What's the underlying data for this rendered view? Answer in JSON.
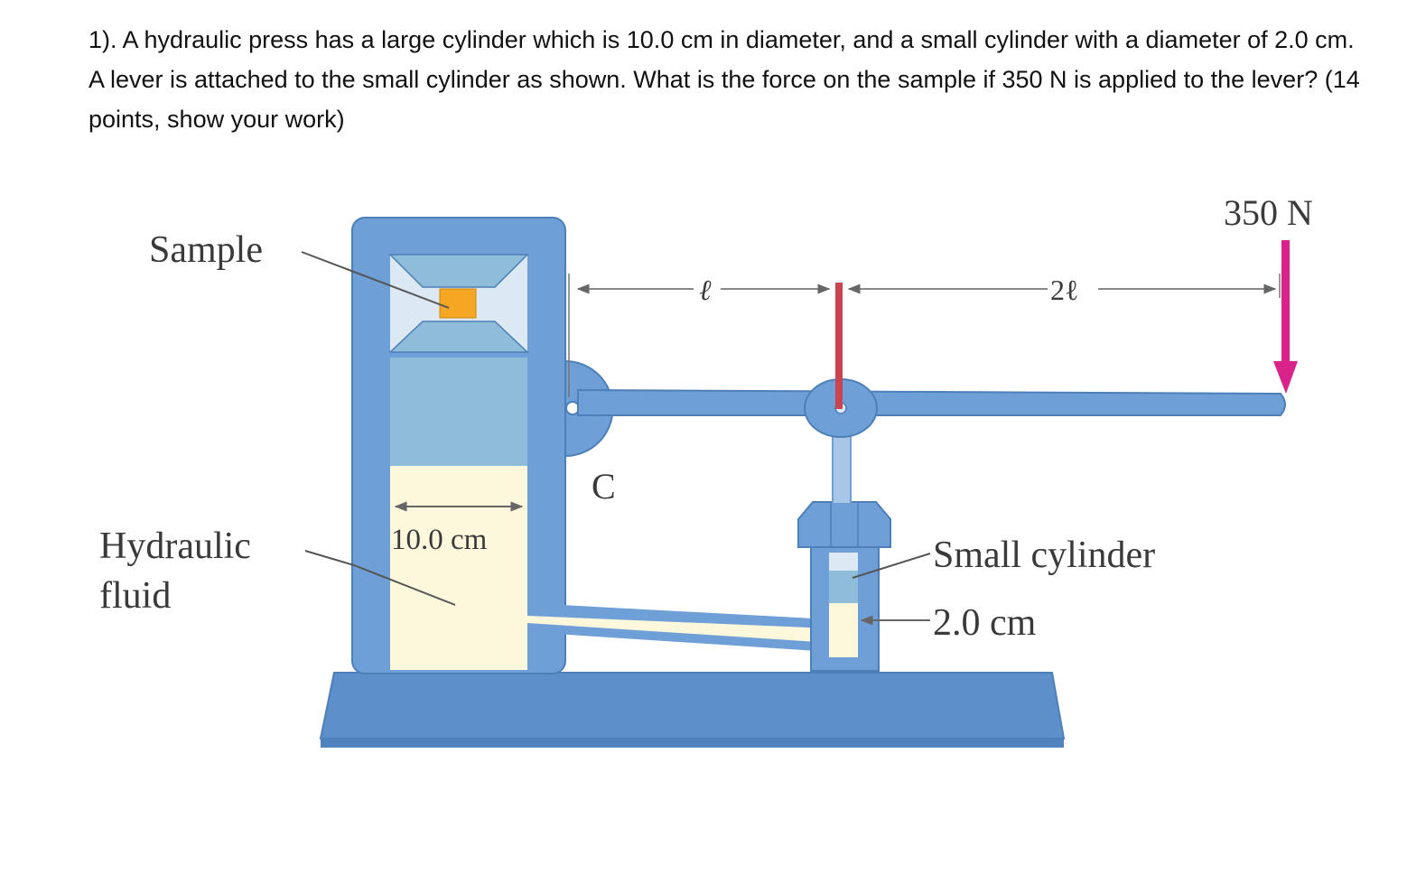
{
  "question": {
    "text": "1). A hydraulic press has a large cylinder which is 10.0 cm in diameter, and a small cylinder with a diameter of 2.0 cm. A lever is attached to the small cylinder as shown. What is the force on the sample if 350 N is applied to the lever? (14 points, show your work)"
  },
  "figure": {
    "labels": {
      "sample": "Sample",
      "hydraulic": "Hydraulic",
      "fluid": "fluid",
      "large_diameter": "10.0 cm",
      "pivot": "C",
      "short_arm": "ℓ",
      "long_arm": "2ℓ",
      "applied_force": "350 N",
      "small_cylinder": "Small cylinder",
      "small_diameter": "2.0 cm"
    },
    "colors": {
      "frame": "#6e9fd6",
      "frame_outline": "#4d7fb8",
      "upper_cylinder": "#8fbcd8",
      "fluid": "#fdf7dc",
      "sample": "#f5a623",
      "force_arrow": "#d9228a",
      "link_rod": "#c9444e",
      "base_dark": "#4f83c0"
    }
  }
}
